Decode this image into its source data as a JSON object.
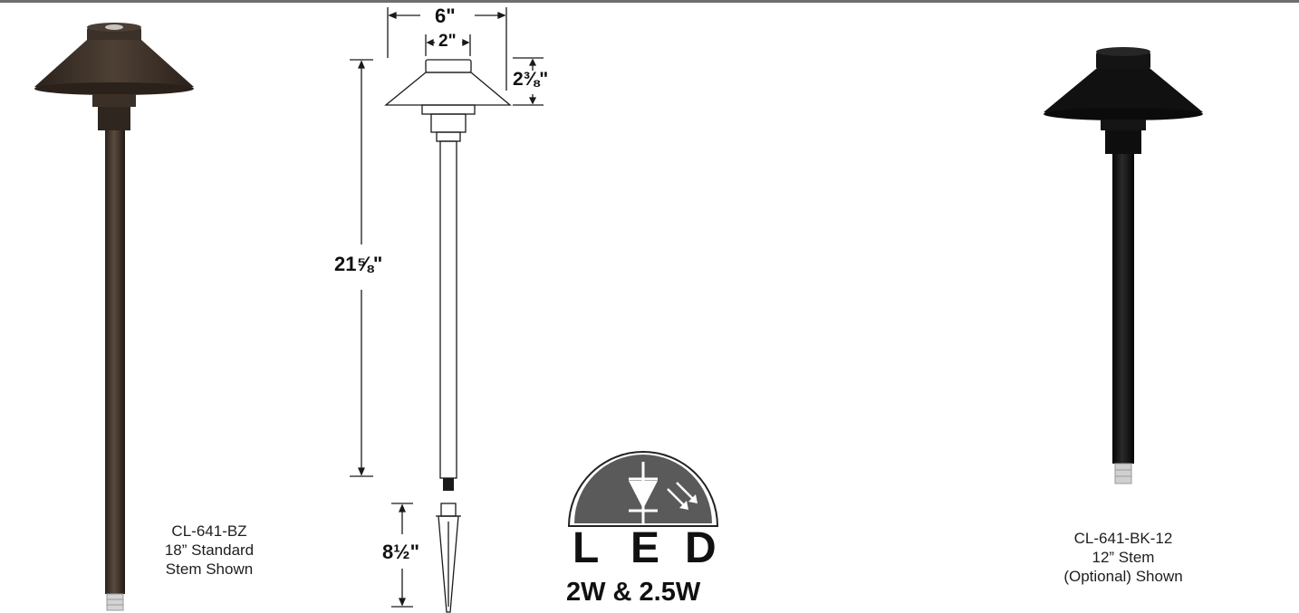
{
  "products": [
    {
      "model": "CL-641-BZ",
      "line2": "18” Standard",
      "line3": "Stem Shown",
      "finish_color": "#3a2f27"
    },
    {
      "model": "CL-641-BK-12",
      "line2": "12” Stem",
      "line3": "(Optional) Shown",
      "finish_color": "#121212"
    }
  ],
  "dimensions": {
    "shade_width": "6\"",
    "cap_width": "2\"",
    "shade_height": "2⅜\"",
    "stem_length": "21⅝\"",
    "stake_length": "8½\""
  },
  "led_badge": {
    "letters": [
      "L",
      "E",
      "D"
    ],
    "wattage": "2W & 2.5W",
    "badge_color": "#5a5a5a",
    "icon": "led-diode-icon"
  }
}
